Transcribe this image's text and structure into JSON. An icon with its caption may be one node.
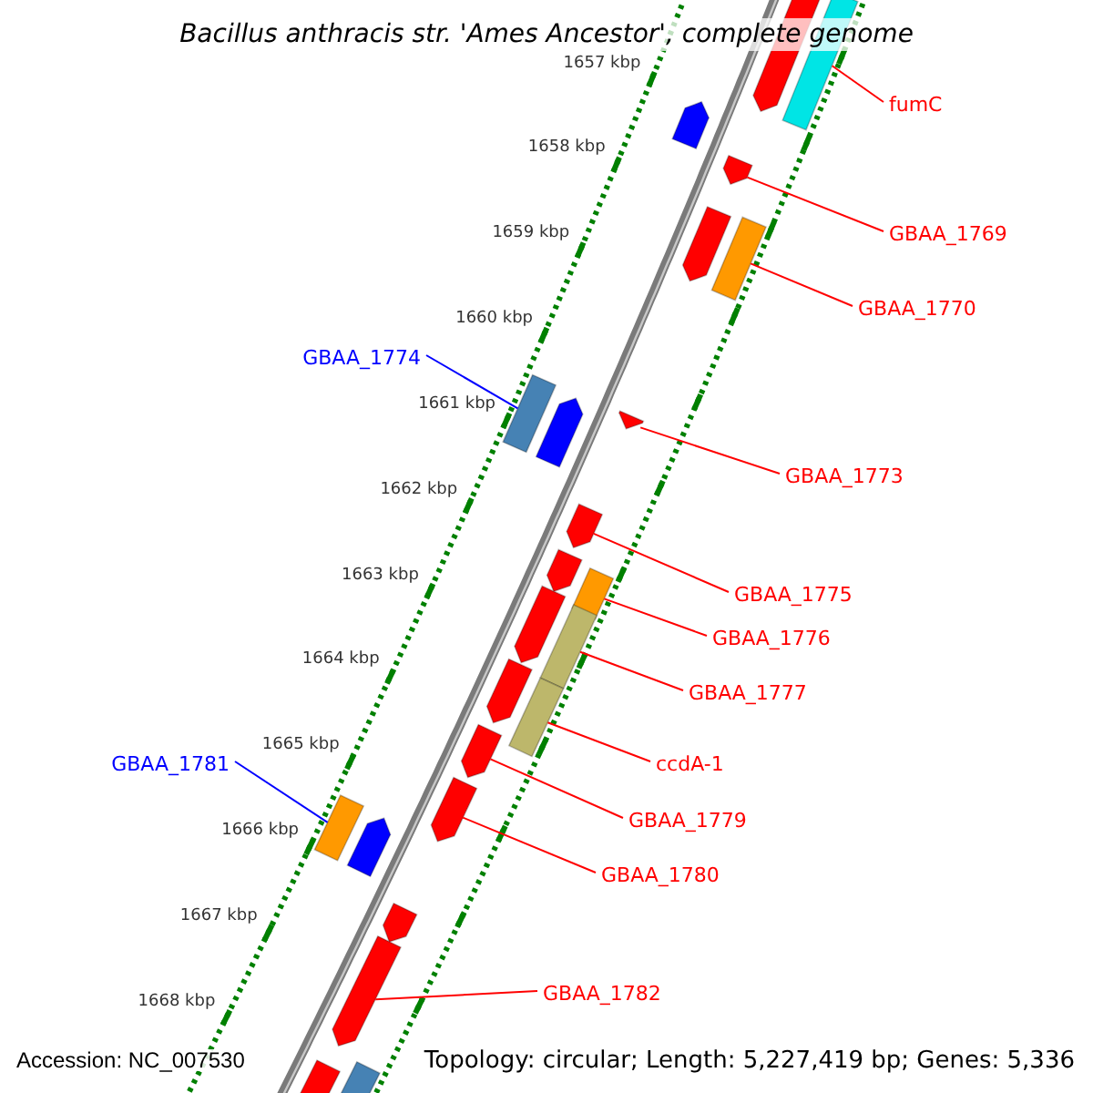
{
  "diagram": {
    "title": "Bacillus anthracis str. 'Ames Ancestor', complete genome",
    "nodes": [
      {
        "text": [
          "fumC"
        ]
      },
      {
        "text": [
          "GBAA_1769"
        ]
      },
      {
        "text": [
          "GBAA_1770"
        ]
      },
      {
        "text": [
          "GBAA_1774"
        ]
      },
      {
        "text": [
          "GBAA_1773"
        ]
      },
      {
        "text": [
          "GBAA_1775"
        ]
      },
      {
        "text": [
          "GBAA_1776"
        ]
      },
      {
        "text": [
          "GBAA_1777"
        ]
      },
      {
        "text": [
          "GBAA_1781"
        ]
      },
      {
        "text": [
          "ccdA-1"
        ]
      },
      {
        "text": [
          "GBAA_1779"
        ]
      },
      {
        "text": [
          "GBAA_1780"
        ]
      },
      {
        "text": [
          "GBAA_1782"
        ]
      },
      {
        "text": [],
        "shape": "pentagon"
      },
      {
        "text": [],
        "shape": "box"
      },
      {
        "text": [],
        "shape": "pentagon"
      },
      {
        "text": [],
        "shape": "pentagon"
      },
      {
        "text": [],
        "shape": "pentagon"
      },
      {
        "text": [],
        "shape": "box"
      },
      {
        "text": [],
        "shape": "pentagon"
      },
      {
        "text": [],
        "shape": "pentagon"
      },
      {
        "text": [],
        "shape": "box"
      },
      {
        "text": [],
        "shape": "pentagon"
      },
      {
        "text": [],
        "shape": "pentagon"
      },
      {
        "text": [],
        "shape": "box"
      },
      {
        "text": [],
        "shape": "pentagon"
      },
      {
        "text": [],
        "shape": "box"
      },
      {
        "text": [],
        "shape": "pentagon"
      },
      {
        "text": [],
        "shape": "box"
      },
      {
        "text": [],
        "shape": "pentagon"
      },
      {
        "text": [],
        "shape": "pentagon"
      },
      {
        "text": [],
        "shape": "box"
      },
      {
        "text": [],
        "shape": "pentagon"
      },
      {
        "text": [],
        "shape": "pentagon"
      },
      {
        "text": [],
        "shape": "pentagon"
      },
      {
        "text": [],
        "shape": "pentagon"
      },
      {
        "text": [],
        "shape": "box"
      }
    ],
    "edges": [
      {
        "from": 0,
        "to": 14,
        "arrow": "none"
      },
      {
        "from": 1,
        "to": 16,
        "arrow": "none"
      },
      {
        "from": 2,
        "to": 18,
        "arrow": "none"
      },
      {
        "from": 3,
        "to": 21,
        "arrow": "none",
        "color": "#0000ff"
      },
      {
        "from": 4,
        "to": 19,
        "arrow": "none"
      },
      {
        "from": 5,
        "to": 22,
        "arrow": "none"
      },
      {
        "from": 6,
        "to": 24,
        "arrow": "none"
      },
      {
        "from": 7,
        "to": 26,
        "arrow": "none"
      },
      {
        "from": 8,
        "to": 31,
        "arrow": "none",
        "color": "#0000ff"
      },
      {
        "from": 9,
        "to": 28,
        "arrow": "none"
      },
      {
        "from": 10,
        "to": 29,
        "arrow": "none"
      },
      {
        "from": 11,
        "to": 30,
        "arrow": "none"
      },
      {
        "from": 12,
        "to": 34,
        "arrow": "none"
      }
    ],
    "labels": [
      "1657 kbp",
      "1658 kbp",
      "1659 kbp",
      "1660 kbp",
      "1661 kbp",
      "1662 kbp",
      "1663 kbp",
      "1664 kbp",
      "1665 kbp",
      "1666 kbp",
      "1667 kbp",
      "1668 kbp",
      "Accession: NC_007530",
      "Topology: circular; Length: 5,227,419 bp; Genes: 5,336"
    ]
  }
}
